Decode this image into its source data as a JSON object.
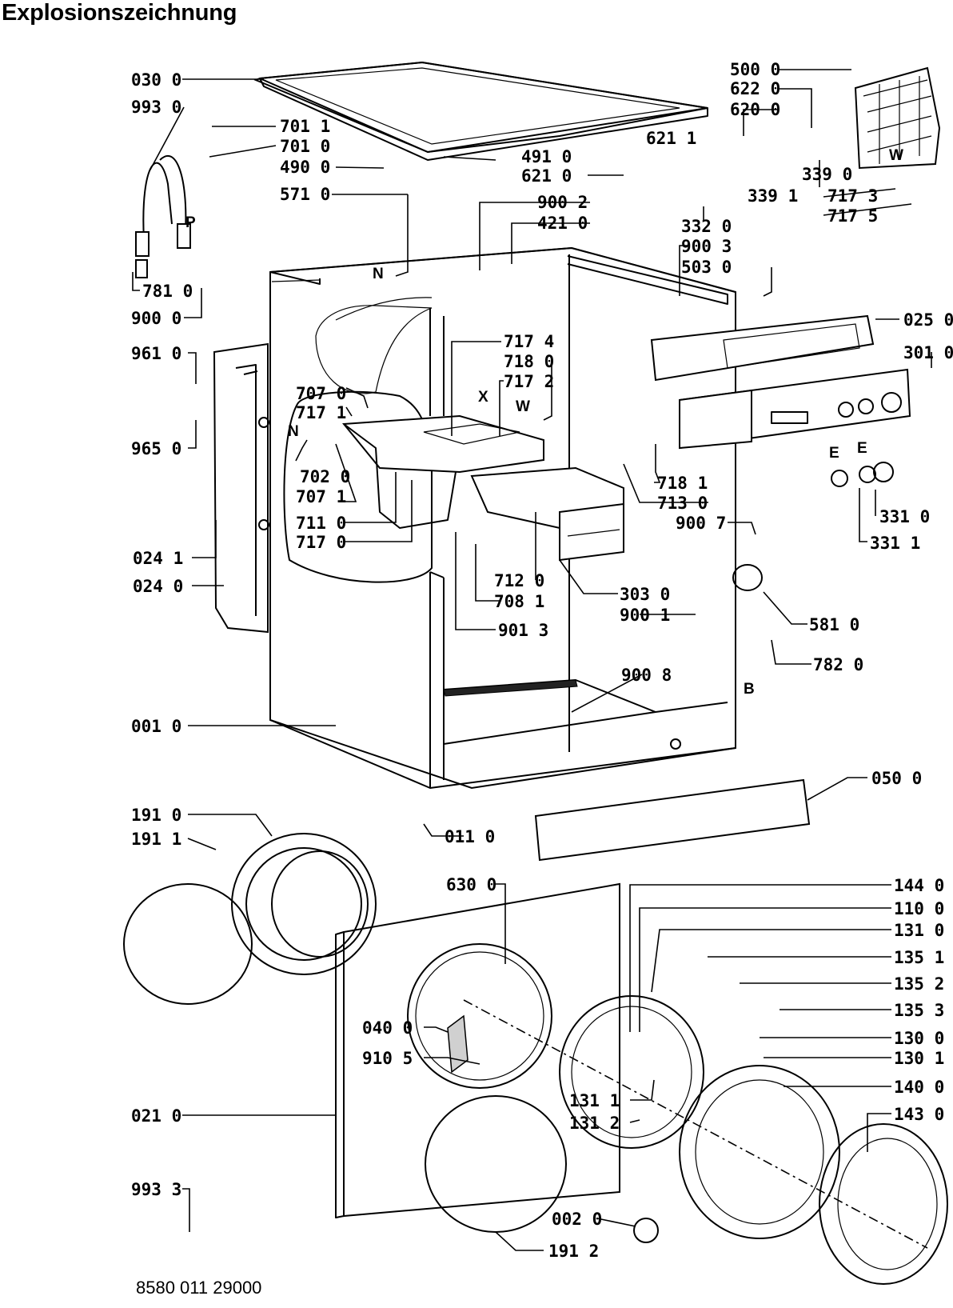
{
  "title": "Explosionszeichnung",
  "footer_code": "8580 011 29000",
  "part_labels": [
    {
      "id": "p0300",
      "text": "030 0"
    },
    {
      "id": "p9930",
      "text": "993 0"
    },
    {
      "id": "p7011",
      "text": "701 1"
    },
    {
      "id": "p7010",
      "text": "701 0"
    },
    {
      "id": "p4900",
      "text": "490 0"
    },
    {
      "id": "p4910",
      "text": "491 0"
    },
    {
      "id": "p6210",
      "text": "621 0"
    },
    {
      "id": "p6211",
      "text": "621 1"
    },
    {
      "id": "p5710",
      "text": "571 0"
    },
    {
      "id": "p9002",
      "text": "900 2"
    },
    {
      "id": "p4210",
      "text": "421 0"
    },
    {
      "id": "p5000",
      "text": "500 0"
    },
    {
      "id": "p6220",
      "text": "622 0"
    },
    {
      "id": "p6200",
      "text": "620 0"
    },
    {
      "id": "p3390",
      "text": "339 0"
    },
    {
      "id": "p3391",
      "text": "339 1"
    },
    {
      "id": "p7173",
      "text": "717 3"
    },
    {
      "id": "p7175",
      "text": "717 5"
    },
    {
      "id": "p3320",
      "text": "332 0"
    },
    {
      "id": "p9003",
      "text": "900 3"
    },
    {
      "id": "p5030",
      "text": "503 0"
    },
    {
      "id": "p7810",
      "text": "781 0"
    },
    {
      "id": "p9000",
      "text": "900 0"
    },
    {
      "id": "p9610",
      "text": "961 0"
    },
    {
      "id": "p9650",
      "text": "965 0"
    },
    {
      "id": "p7174",
      "text": "717 4"
    },
    {
      "id": "p7180",
      "text": "718 0"
    },
    {
      "id": "p7172",
      "text": "717 2"
    },
    {
      "id": "p0250",
      "text": "025 0"
    },
    {
      "id": "p3010",
      "text": "301 0"
    },
    {
      "id": "p7070",
      "text": "707 0"
    },
    {
      "id": "p7171",
      "text": "717 1"
    },
    {
      "id": "p7020",
      "text": "702 0"
    },
    {
      "id": "p7071",
      "text": "707 1"
    },
    {
      "id": "p7110",
      "text": "711 0"
    },
    {
      "id": "p7170",
      "text": "717 0"
    },
    {
      "id": "p7181",
      "text": "718 1"
    },
    {
      "id": "p7130",
      "text": "713 0"
    },
    {
      "id": "p9007",
      "text": "900 7"
    },
    {
      "id": "p3310",
      "text": "331 0"
    },
    {
      "id": "p3311",
      "text": "331 1"
    },
    {
      "id": "p0241",
      "text": "024 1"
    },
    {
      "id": "p0240",
      "text": "024 0"
    },
    {
      "id": "p7120",
      "text": "712 0"
    },
    {
      "id": "p7081",
      "text": "708 1"
    },
    {
      "id": "p3030",
      "text": "303 0"
    },
    {
      "id": "p9001",
      "text": "900 1"
    },
    {
      "id": "p9013",
      "text": "901 3"
    },
    {
      "id": "p5810",
      "text": "581 0"
    },
    {
      "id": "p7820",
      "text": "782 0"
    },
    {
      "id": "p9008",
      "text": "900 8"
    },
    {
      "id": "p0010",
      "text": "001 0"
    },
    {
      "id": "p0500",
      "text": "050 0"
    },
    {
      "id": "p1910",
      "text": "191 0"
    },
    {
      "id": "p1911",
      "text": "191 1"
    },
    {
      "id": "p0110",
      "text": "011 0"
    },
    {
      "id": "p6300",
      "text": "630 0"
    },
    {
      "id": "p1440",
      "text": "144 0"
    },
    {
      "id": "p1100",
      "text": "110 0"
    },
    {
      "id": "p1310",
      "text": "131 0"
    },
    {
      "id": "p1351",
      "text": "135 1"
    },
    {
      "id": "p1352",
      "text": "135 2"
    },
    {
      "id": "p1353",
      "text": "135 3"
    },
    {
      "id": "p1300",
      "text": "130 0"
    },
    {
      "id": "p1301",
      "text": "130 1"
    },
    {
      "id": "p0400",
      "text": "040 0"
    },
    {
      "id": "p9105",
      "text": "910 5"
    },
    {
      "id": "p1400",
      "text": "140 0"
    },
    {
      "id": "p1311",
      "text": "131 1"
    },
    {
      "id": "p1312",
      "text": "131 2"
    },
    {
      "id": "p1430",
      "text": "143 0"
    },
    {
      "id": "p0210",
      "text": "021 0"
    },
    {
      "id": "p9933",
      "text": "993 3"
    },
    {
      "id": "p0020",
      "text": "002 0"
    },
    {
      "id": "p1912",
      "text": "191 2"
    }
  ],
  "letter_marks": [
    {
      "id": "mP",
      "text": "P"
    },
    {
      "id": "mN1",
      "text": "N"
    },
    {
      "id": "mN2",
      "text": "N"
    },
    {
      "id": "mX",
      "text": "X"
    },
    {
      "id": "mW1",
      "text": "W"
    },
    {
      "id": "mW2",
      "text": "W"
    },
    {
      "id": "mE1",
      "text": "E"
    },
    {
      "id": "mE2",
      "text": "E"
    },
    {
      "id": "mB",
      "text": "B"
    }
  ]
}
